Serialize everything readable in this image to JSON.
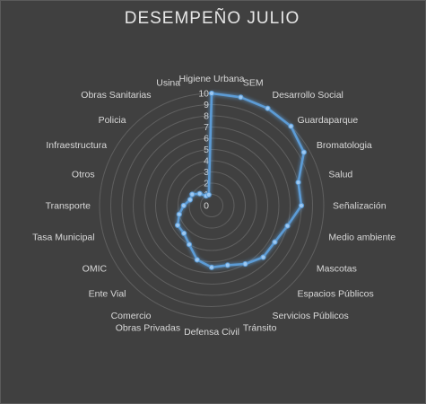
{
  "chart_data": {
    "type": "radar",
    "title": "DESEMPEÑO JULIO",
    "categories": [
      "Higiene Urbana",
      "SEM",
      "Desarrollo Social",
      "Guardaparque",
      "Bromatologia",
      "Salud",
      "Señalización",
      "Medio ambiente",
      "Mascotas",
      "Espacios Públicos",
      "Servicios Públicos",
      "Tránsito",
      "Defensa Civil",
      "Obras Privadas",
      "Comercio",
      "Ente Vial",
      "OMIC",
      "Tasa Municipal",
      "Transporte",
      "Otros",
      "Infraestructura",
      "Policia",
      "Obras Sanitarias",
      "Usina"
    ],
    "series": [
      {
        "values": [
          10,
          10,
          10,
          10,
          9.5,
          8,
          8,
          7,
          6.5,
          6.5,
          6,
          5.5,
          5.5,
          5,
          4,
          3.5,
          3.5,
          3,
          2.5,
          2,
          2,
          1.5,
          1,
          1
        ]
      }
    ],
    "rlim": [
      0,
      10
    ],
    "ticks": [
      "0",
      "1",
      "2",
      "3",
      "4",
      "5",
      "6",
      "7",
      "8",
      "9",
      "10"
    ],
    "grid": true,
    "colors": {
      "background": "#404040",
      "grid": "#5f5f5f",
      "series": "#5b9bd5",
      "glow": "#9cc8f2",
      "text": "#d9d9d9"
    }
  }
}
